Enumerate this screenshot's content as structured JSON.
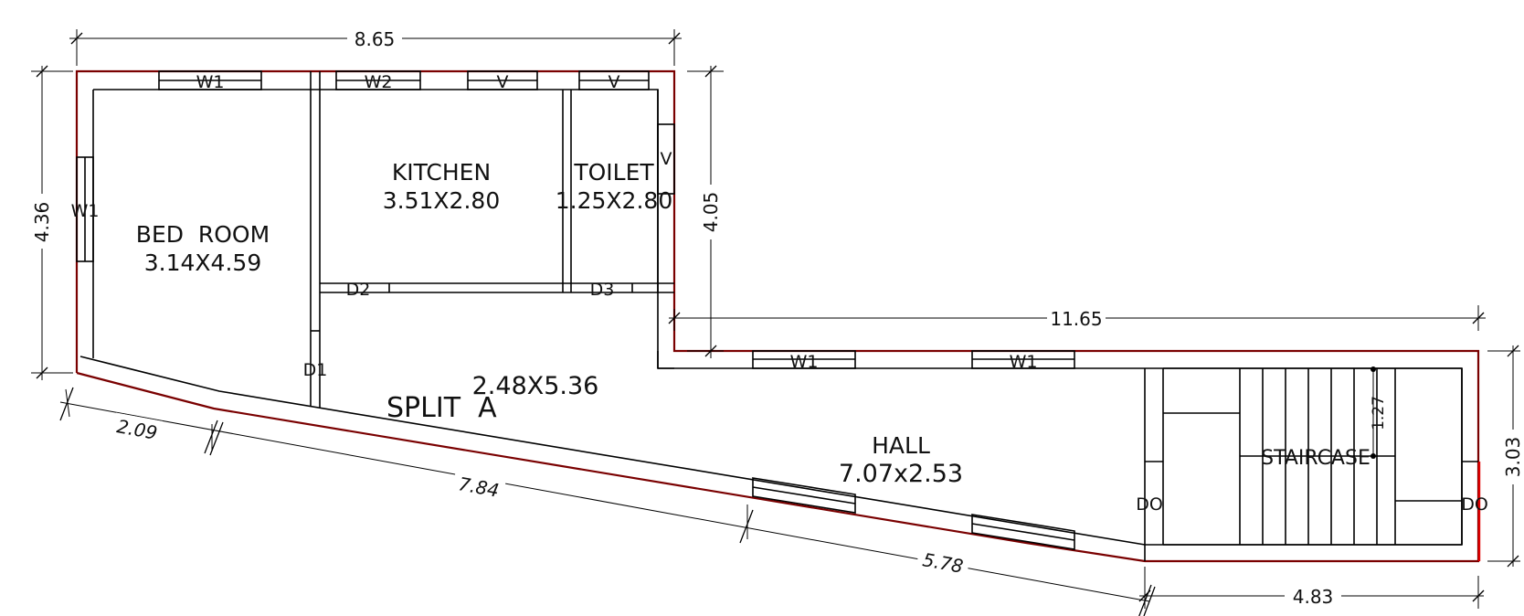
{
  "rooms": {
    "bedroom": {
      "name": "BED  ROOM",
      "size": "3.14X4.59"
    },
    "kitchen": {
      "name": "KITCHEN",
      "size": "3.51X2.80"
    },
    "toilet": {
      "name": "TOILET",
      "size": "1.25X2.80"
    },
    "split": {
      "name": "SPLIT  A",
      "size": "2.48X5.36"
    },
    "hall": {
      "name": "HALL",
      "size": "7.07x2.53"
    },
    "staircase": {
      "name": "STAIRCASE",
      "riser": "1.27"
    }
  },
  "openings": {
    "w1": "W1",
    "w2": "W2",
    "v": "V",
    "d1": "D1",
    "d2": "D2",
    "d3": "D3",
    "do": "DO"
  },
  "dimensions": {
    "top_width": "8.65",
    "left_height": "4.36",
    "toilet_height": "4.05",
    "hall_width": "11.65",
    "right_height": "3.03",
    "bottom_right": "4.83",
    "slant_1": "2.09",
    "slant_2": "7.84",
    "slant_3": "5.78"
  }
}
